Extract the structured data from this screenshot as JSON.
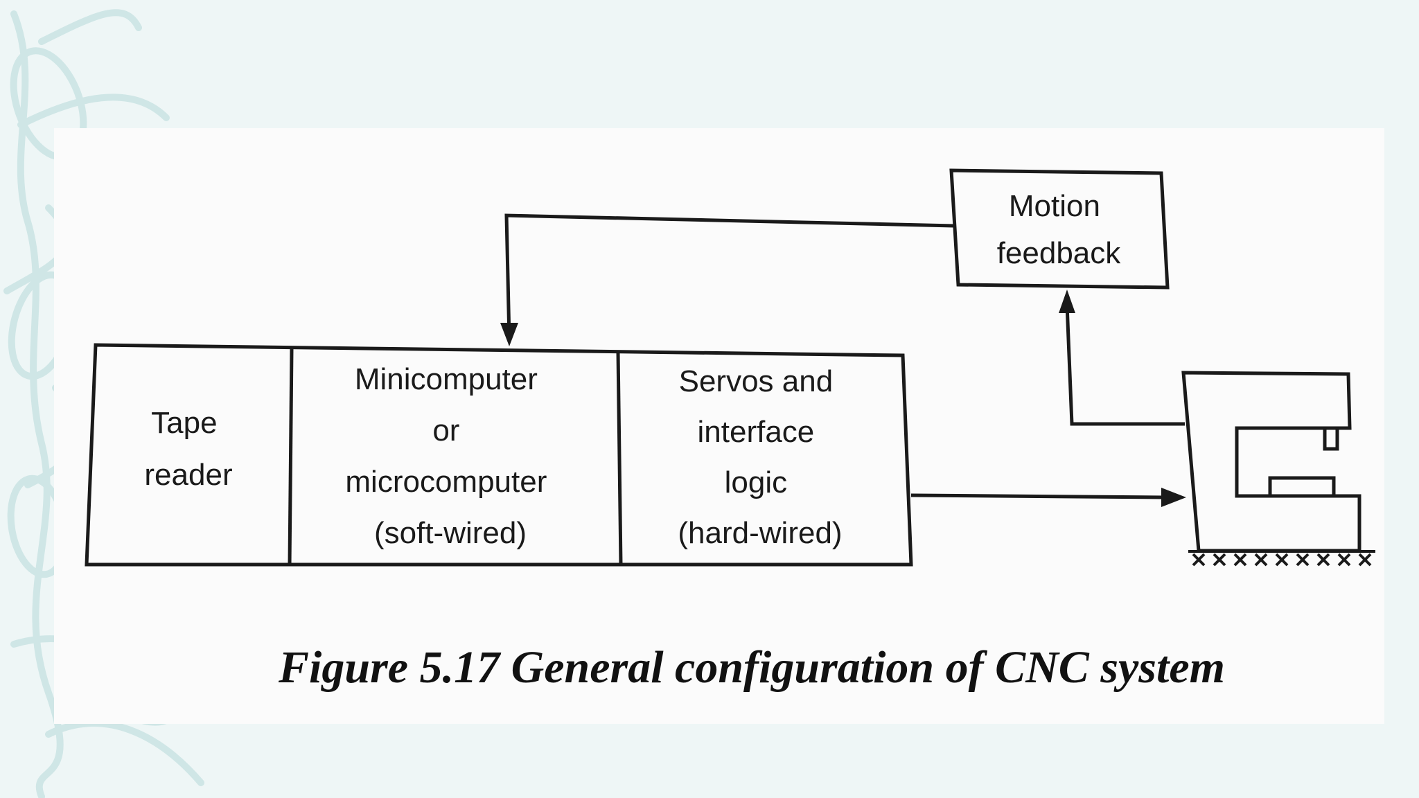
{
  "diagram": {
    "blocks": [
      {
        "id": "tape-reader",
        "lines": [
          "Tape",
          "reader"
        ]
      },
      {
        "id": "minicomputer",
        "lines": [
          "Minicomputer",
          "or",
          "microcomputer",
          "(soft-wired)"
        ]
      },
      {
        "id": "servos",
        "lines": [
          "Servos and",
          "interface",
          "logic",
          "(hard-wired)"
        ]
      }
    ],
    "feedback": {
      "lines": [
        "Motion",
        "feedback"
      ]
    },
    "caption": "Figure 5.17 General configuration of CNC system"
  },
  "colors": {
    "background": "#eef6f6",
    "paper": "#fbfbfb",
    "leaf": "#cfe6e6",
    "ink": "#1a1a1a"
  }
}
